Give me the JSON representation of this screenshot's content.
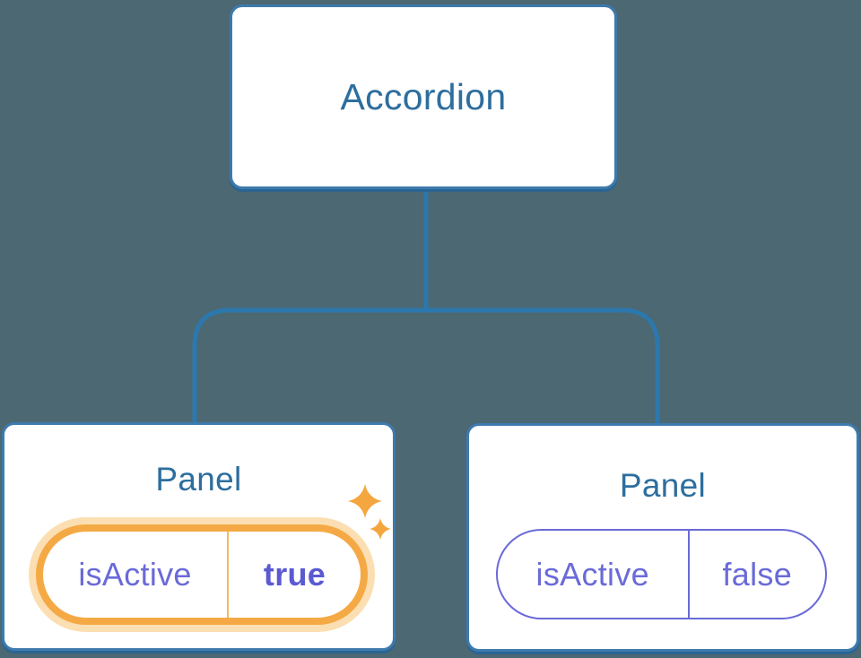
{
  "diagram": {
    "description": "React component tree: Accordion parent passing isActive prop to two Panel children",
    "root": {
      "label": "Accordion"
    },
    "panels": [
      {
        "title": "Panel",
        "prop_name": "isActive",
        "prop_value": "true",
        "state": "active",
        "decoration": "sparkle-icon"
      },
      {
        "title": "Panel",
        "prop_name": "isActive",
        "prop_value": "false",
        "state": "inactive",
        "decoration": "none"
      }
    ]
  },
  "colors": {
    "background": "#4c6873",
    "connector_line": "#2b78ae",
    "node_fill": "#ffffff",
    "node_border": "#3d7aae",
    "node_title_text": "#2d6e9e",
    "prop_text_purple": "#6a6ad8",
    "prop_value_bold_purple": "#5a5ad1",
    "active_highlight_orange": "#f5a945",
    "active_glow_orange": "#fbdfb2",
    "sparkle_orange": "#f4a63f"
  }
}
